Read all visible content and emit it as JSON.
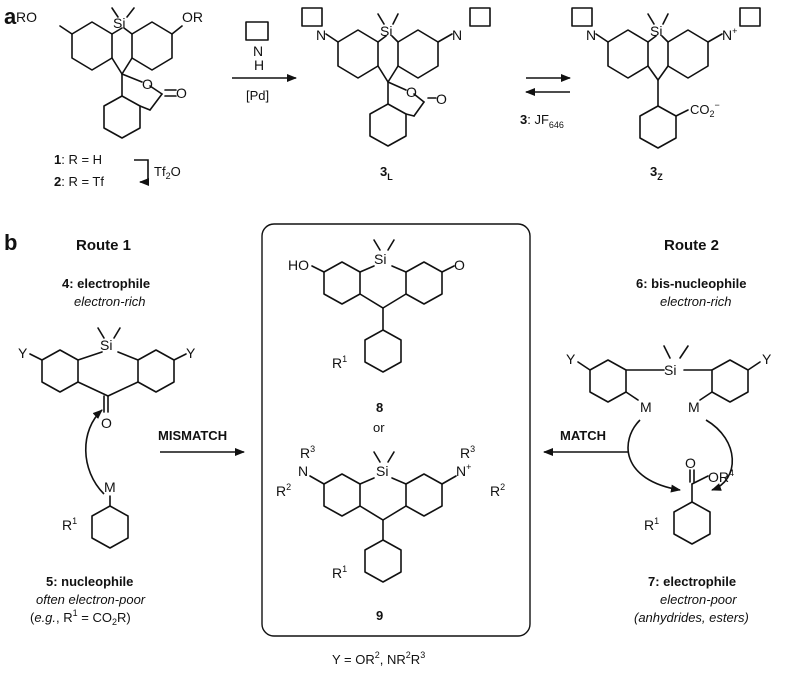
{
  "panels": {
    "a": "a",
    "b": "b"
  },
  "panel_a": {
    "reagent_top": "[Pd]",
    "compound_1": {
      "num": "1",
      "rest": ": R = H"
    },
    "compound_2": {
      "num": "2",
      "rest": ": R = Tf"
    },
    "tf2o": {
      "base": "Tf",
      "sub": "2",
      "tail": "O"
    },
    "compound_3L": {
      "base": "3",
      "sub": "L"
    },
    "compound_3Z": {
      "base": "3",
      "sub": "Z"
    },
    "jf_label": {
      "num": "3",
      "sep": ": JF",
      "sub": "646"
    },
    "atoms": {
      "RO": "RO",
      "OR": "OR",
      "Si": "Si",
      "O": "O",
      "N": "N",
      "H": "H",
      "Nplus": "+",
      "CO2": "CO",
      "CO2_sub": "2",
      "CO2_sup": "−"
    }
  },
  "panel_b": {
    "route1": {
      "title": "Route 1",
      "role4": "4: electrophile",
      "desc4": "electron-rich",
      "role5": "5: nucleophile",
      "desc5": "often electron-poor",
      "example_pre": "(",
      "example_eg": "e.g.",
      "example_mid": ", R",
      "example_sup": "1",
      "example_eq": " = CO",
      "example_sub": "2",
      "example_end": "R)",
      "arrow_label": "MISMATCH",
      "atoms": {
        "Y": "Y",
        "Si": "Si",
        "O": "O",
        "M": "M",
        "R": "R",
        "R_sup": "1"
      }
    },
    "route2": {
      "title": "Route 2",
      "role6": "6: bis-nucleophile",
      "desc6": "electron-rich",
      "role7": "7: electrophile",
      "desc7a": "electron-poor",
      "desc7b": "(anhydrides, esters)",
      "arrow_label": "MATCH",
      "atoms": {
        "Y": "Y",
        "Si": "Si",
        "M": "M",
        "O": "O",
        "OR": "OR",
        "OR_sup": "4",
        "R": "R",
        "R_sup": "1"
      }
    },
    "center": {
      "compound8": "8",
      "or": "or",
      "compound9": "9",
      "atoms": {
        "HO": "HO",
        "O": "O",
        "Si": "Si",
        "R": "R",
        "R1_sup": "1",
        "R2_sup": "2",
        "R3_sup": "3",
        "N": "N",
        "plus": "+"
      }
    },
    "y_def": {
      "pre": "Y = OR",
      "sup1": "2",
      "mid": ", NR",
      "sup2": "2",
      "r": "R",
      "sup3": "3"
    }
  }
}
